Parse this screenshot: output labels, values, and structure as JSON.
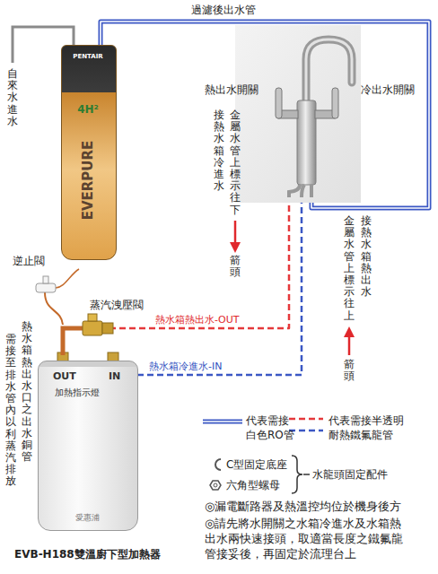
{
  "diagram": {
    "caption": "EVB-H188雙溫廚下型加熱器",
    "nodes": [
      {
        "text": [
          "PENTAIR",
          "4H²",
          "EVERPURE"
        ]
      },
      {
        "text": [
          "熱出水開關",
          "冷出水開關"
        ]
      },
      {
        "text": [
          "OUT",
          "IN",
          "加熱指示燈",
          "愛惠浦"
        ]
      }
    ],
    "edges": [
      {
        "from": 0,
        "to": 1,
        "label": "過濾後出水管",
        "arrow": "none"
      },
      {
        "from": 2,
        "to": 1,
        "label": "熱水箱熱出水-OUT",
        "arrow": "none"
      },
      {
        "from": 1,
        "to": 2,
        "label": "熱水箱冷進水-IN",
        "arrow": "none"
      }
    ],
    "labels": [
      "自來水進水",
      "接熱水箱冷進水",
      "金屬水管上標示往下",
      "箭頭",
      "接熱水箱熱出水",
      "金屬水管上標示往上",
      "箭頭",
      "逆止閥",
      "蒸汽洩壓閥",
      "熱水箱熱出水口之出水銅管",
      "需接至排水管內以利蒸汽排放",
      "C型固定底座",
      "六角型螺母",
      "水龍頭固定配件",
      "◎漏電斷路器及熱溫控均位於機身後方",
      "◎請先將水開關之水箱冷進水及水箱熱出水兩快速接頭，取適當長度之鐵氟龍管接妥後，再固定於流理台上"
    ],
    "legend": [
      {
        "text": "代表需接白色RO管"
      },
      {
        "text": "代表需接半透明耐熱鐵氟龍管"
      }
    ]
  }
}
